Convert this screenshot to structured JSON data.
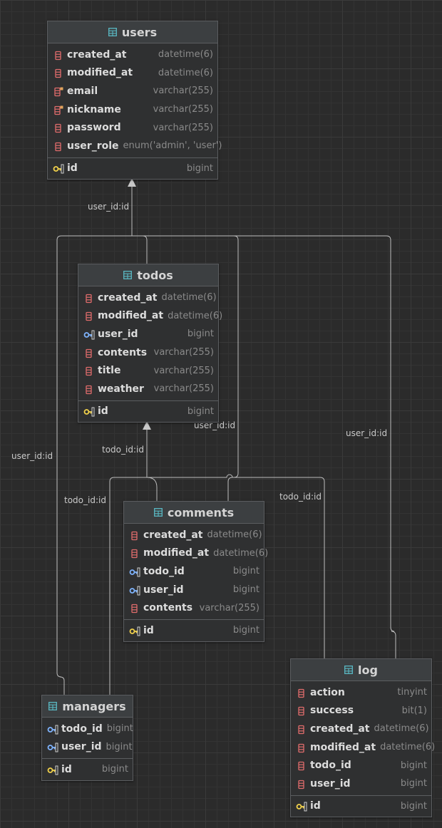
{
  "colors": {
    "background": "#2b2b2b",
    "table_background": "#2f3031",
    "table_header": "#3c3f41",
    "column_icon": "#e06c6c",
    "index_icon": "#e0a45c",
    "foreign_key_icon": "#7fb4ff",
    "primary_key_icon": "#f2d24b",
    "table_icon": "#5ab9c4",
    "connector": "#bdbdbd"
  },
  "tables": {
    "users": {
      "name": "users",
      "columns": [
        {
          "name": "created_at",
          "type": "datetime(6)",
          "icon": "column-icon"
        },
        {
          "name": "modified_at",
          "type": "datetime(6)",
          "icon": "column-icon"
        },
        {
          "name": "email",
          "type": "varchar(255)",
          "icon": "index-column-icon"
        },
        {
          "name": "nickname",
          "type": "varchar(255)",
          "icon": "index-column-icon"
        },
        {
          "name": "password",
          "type": "varchar(255)",
          "icon": "column-icon"
        },
        {
          "name": "user_role",
          "type": "enum('admin', 'user')",
          "icon": "column-icon"
        }
      ],
      "pk": {
        "name": "id",
        "type": "bigint",
        "icon": "primary-key-icon"
      }
    },
    "todos": {
      "name": "todos",
      "columns": [
        {
          "name": "created_at",
          "type": "datetime(6)",
          "icon": "column-icon"
        },
        {
          "name": "modified_at",
          "type": "datetime(6)",
          "icon": "column-icon"
        },
        {
          "name": "user_id",
          "type": "bigint",
          "icon": "foreign-key-icon"
        },
        {
          "name": "contents",
          "type": "varchar(255)",
          "icon": "column-icon"
        },
        {
          "name": "title",
          "type": "varchar(255)",
          "icon": "column-icon"
        },
        {
          "name": "weather",
          "type": "varchar(255)",
          "icon": "column-icon"
        }
      ],
      "pk": {
        "name": "id",
        "type": "bigint",
        "icon": "primary-key-icon"
      }
    },
    "comments": {
      "name": "comments",
      "columns": [
        {
          "name": "created_at",
          "type": "datetime(6)",
          "icon": "column-icon"
        },
        {
          "name": "modified_at",
          "type": "datetime(6)",
          "icon": "column-icon"
        },
        {
          "name": "todo_id",
          "type": "bigint",
          "icon": "foreign-key-icon"
        },
        {
          "name": "user_id",
          "type": "bigint",
          "icon": "foreign-key-icon"
        },
        {
          "name": "contents",
          "type": "varchar(255)",
          "icon": "column-icon"
        }
      ],
      "pk": {
        "name": "id",
        "type": "bigint",
        "icon": "primary-key-icon"
      }
    },
    "managers": {
      "name": "managers",
      "columns": [
        {
          "name": "todo_id",
          "type": "bigint",
          "icon": "foreign-key-icon"
        },
        {
          "name": "user_id",
          "type": "bigint",
          "icon": "foreign-key-icon"
        }
      ],
      "pk": {
        "name": "id",
        "type": "bigint",
        "icon": "primary-key-icon"
      }
    },
    "log": {
      "name": "log",
      "columns": [
        {
          "name": "action",
          "type": "tinyint",
          "icon": "column-icon"
        },
        {
          "name": "success",
          "type": "bit(1)",
          "icon": "column-icon"
        },
        {
          "name": "created_at",
          "type": "datetime(6)",
          "icon": "column-icon"
        },
        {
          "name": "modified_at",
          "type": "datetime(6)",
          "icon": "column-icon"
        },
        {
          "name": "todo_id",
          "type": "bigint",
          "icon": "column-icon"
        },
        {
          "name": "user_id",
          "type": "bigint",
          "icon": "column-icon"
        }
      ],
      "pk": {
        "name": "id",
        "type": "bigint",
        "icon": "primary-key-icon"
      }
    }
  },
  "relations": {
    "todos_users": "user_id:id",
    "comments_users": "user_id:id",
    "log_users": "user_id:id",
    "managers_users": "user_id:id",
    "comments_todos": "todo_id:id",
    "managers_todos": "todo_id:id",
    "log_todos": "todo_id:id"
  }
}
